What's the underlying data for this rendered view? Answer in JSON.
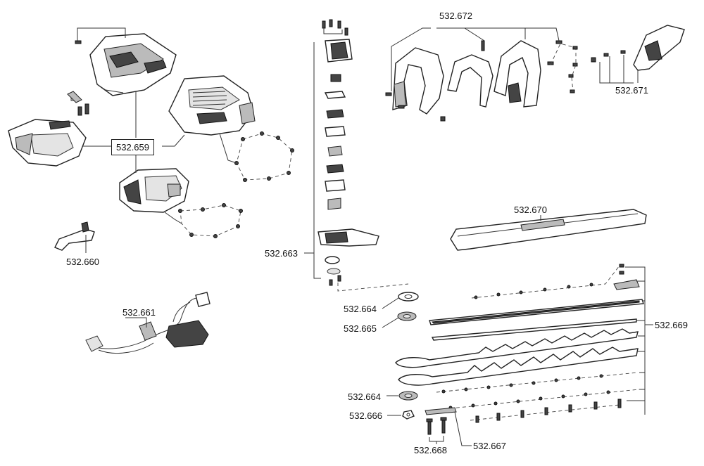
{
  "labels": {
    "p659": "532.659",
    "p660": "532.660",
    "p661": "532.661",
    "p663": "532.663",
    "p664a": "532.664",
    "p665": "532.665",
    "p664b": "532.664",
    "p666": "532.666",
    "p667": "532.667",
    "p668": "532.668",
    "p669": "532.669",
    "p670": "532.670",
    "p671": "532.671",
    "p672": "532.672"
  }
}
